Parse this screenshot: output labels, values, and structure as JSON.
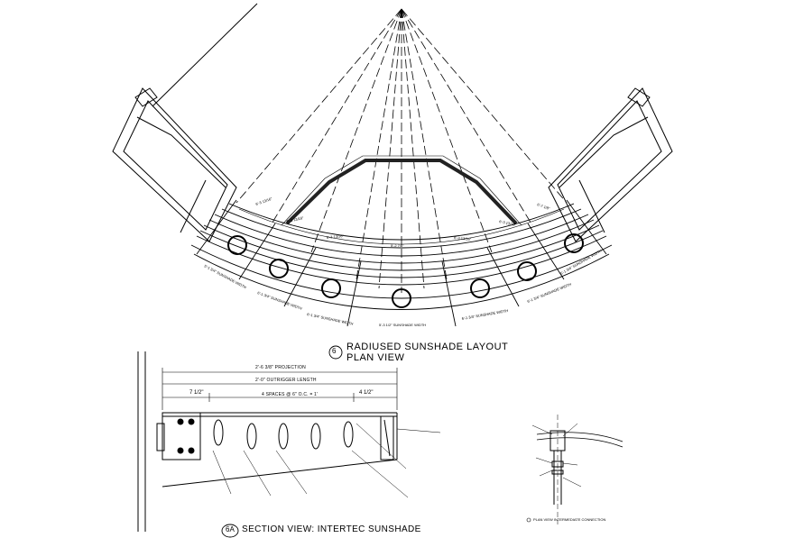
{
  "layout_view": {
    "badge": "6",
    "title": "RADIUSED SUNSHADE LAYOUT",
    "subtitle": "PLAN VIEW"
  },
  "section_view": {
    "badge": "6A",
    "title": "SECTION VIEW: INTERTEC SUNSHADE",
    "dims": {
      "projection": "2'-6 3/8\" PROJECTION",
      "outrigger": "2'-0\" OUTRIGGER LENGTH",
      "left_offset": "7 1/2\"",
      "spaces": "4 SPACES @ 6\" O.C. = 1'",
      "right_offset": "4 1/2\""
    }
  },
  "detail_view": {
    "caption": "PLAN VIEW INTERMEDIATE CONNECTION"
  }
}
